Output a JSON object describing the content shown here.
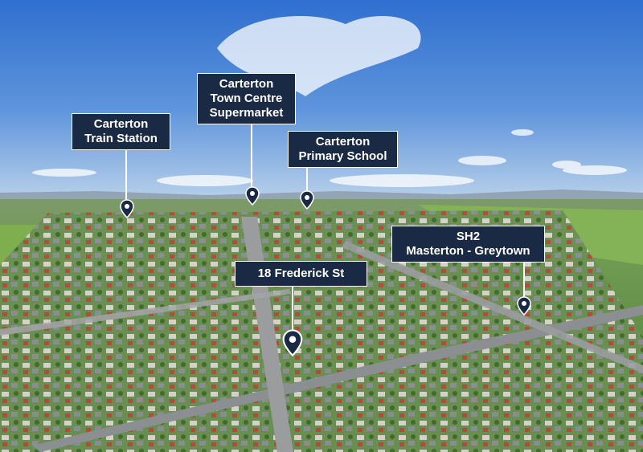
{
  "colors": {
    "label_bg": "#1b2a44",
    "label_text": "#ffffff",
    "pin": "#1b2a44"
  },
  "markers": [
    {
      "id": "train-station",
      "lines": [
        "Carterton",
        "Train Station"
      ],
      "icon": "map-pin-icon"
    },
    {
      "id": "town-centre-supermarket",
      "lines": [
        "Carterton",
        "Town Centre",
        "Supermarket"
      ],
      "icon": "map-pin-icon"
    },
    {
      "id": "primary-school",
      "lines": [
        "Carterton",
        "Primary School"
      ],
      "icon": "map-pin-icon"
    },
    {
      "id": "sh2",
      "lines": [
        "SH2",
        "Masterton - Greytown"
      ],
      "icon": "map-pin-icon"
    },
    {
      "id": "property",
      "lines": [
        "18 Frederick St"
      ],
      "icon": "map-pin-icon"
    }
  ]
}
